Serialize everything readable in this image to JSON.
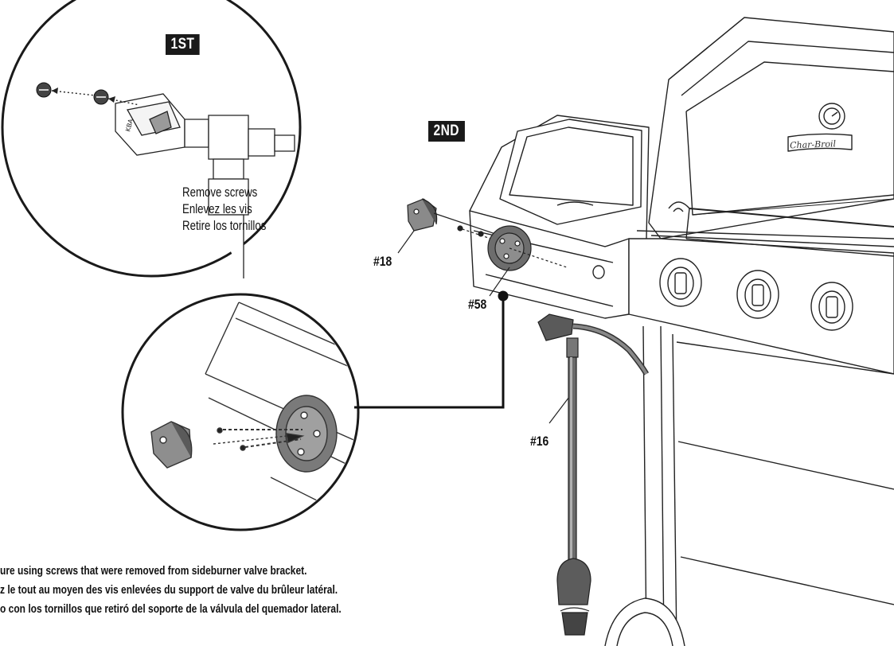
{
  "steps": {
    "first": "1ST",
    "second": "2ND"
  },
  "detail_1st": {
    "instructions": [
      "Remove screws",
      "Enlevez les vis",
      "Retire los tornillos"
    ]
  },
  "parts": {
    "knob": "#18",
    "bezel": "#58",
    "hose": "#16"
  },
  "grill": {
    "brand": "Char-Broil"
  },
  "footer": {
    "lines": [
      "ure using screws that were removed from sideburner valve bracket.",
      "z le tout au moyen des vis enlevées du support de valve du brûleur latéral.",
      "o con los tornillos que retiró del soporte de la válvula del quemador lateral."
    ]
  }
}
